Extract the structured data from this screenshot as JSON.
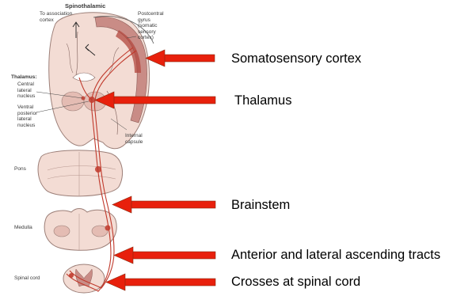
{
  "figure": {
    "title": "Spinothalamic",
    "labels": {
      "to_association_cortex": "To association\ncortex",
      "postcentral_gyrus": "Postcentral\ngyrus\n(somatic\nsensory\ncortex)",
      "thalamus": "Thalamus:",
      "central_lateral_nucleus": "Central\nlateral\nnucleus",
      "ventral_posterior_lateral_nucleus": "Ventral\nposterior\nlateral\nnucleus",
      "internal_capsule": "Internal\ncapsule",
      "pons": "Pons",
      "medulla": "Medulla",
      "spinal_cord": "Spinal cord"
    }
  },
  "callouts": [
    {
      "text": "Somatosensory cortex"
    },
    {
      "text": "Thalamus"
    },
    {
      "text": "Brainstem"
    },
    {
      "text": "Anterior and lateral ascending tracts"
    },
    {
      "text": "Crosses at spinal cord"
    }
  ],
  "colors": {
    "tissue": "#f3dcd4",
    "tissue_outline": "#9c7f78",
    "gray_matter": "#c98c86",
    "pathway": "#c0392b",
    "arrow": "#e8200c",
    "arrow_outline": "#8a2a10"
  }
}
